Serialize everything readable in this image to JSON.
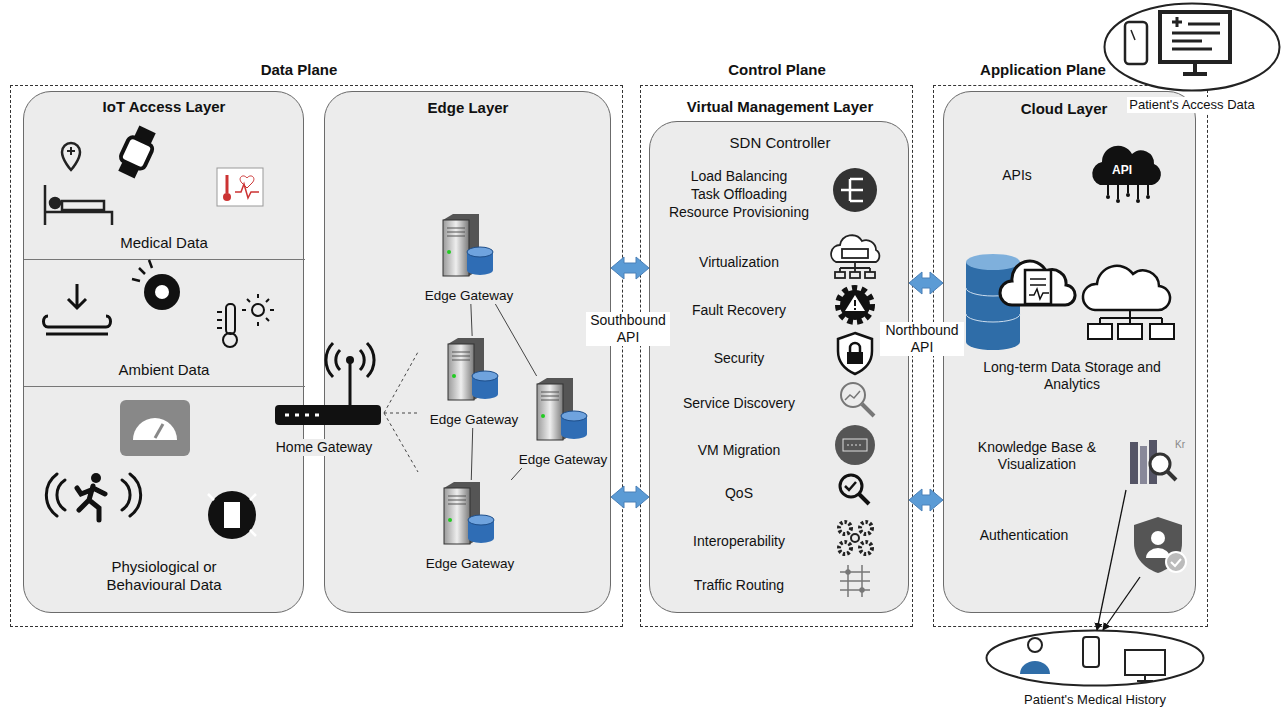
{
  "diagram": {
    "nodes": [
      {
        "text": [
          "Data Plane"
        ]
      },
      {
        "text": [
          "IoT Access Layer"
        ],
        "in": 0
      },
      {
        "text": [
          "Medical Data"
        ],
        "in": 1
      },
      {
        "text": [
          "Ambient Data"
        ],
        "in": 1
      },
      {
        "text": [
          "Physiological or Behavioural Data"
        ],
        "in": 1
      },
      {
        "text": [
          "Edge Layer"
        ],
        "in": 0
      },
      {
        "text": [
          "Edge Gateway"
        ],
        "in": 5
      },
      {
        "text": [
          "Edge Gateway"
        ],
        "in": 5
      },
      {
        "text": [
          "Edge Gateway"
        ],
        "in": 5
      },
      {
        "text": [
          "Edge Gateway"
        ],
        "in": 5
      },
      {
        "text": [
          "Home Gateway"
        ],
        "in": 0
      },
      {
        "text": [
          "Control Plane"
        ]
      },
      {
        "text": [
          "Virtual Management Layer",
          "SDN Controller",
          "Load Balancing",
          "Task Offloading",
          "Resource Provisioning",
          "Virtualization",
          "Fault Recovery",
          "Security",
          "Service Discovery",
          "VM Migration",
          "QoS",
          "Interoperability",
          "Traffic Routing"
        ],
        "in": 11
      },
      {
        "text": [
          "Application Plane"
        ]
      },
      {
        "text": [
          "Cloud Layer",
          "APIs",
          "Long-term Data Storage and Analytics",
          "Knowledge Base & Visualization",
          "Authentication"
        ],
        "in": 13
      },
      {
        "text": [
          "Patient's Access Data"
        ]
      },
      {
        "text": [
          "Patient's Medical History"
        ]
      }
    ],
    "edges": [
      {
        "from": 5,
        "to": 12,
        "arrow": "both"
      },
      {
        "from": 5,
        "to": 12,
        "arrow": "both"
      },
      {
        "from": 12,
        "to": 14,
        "arrow": "both"
      },
      {
        "from": 12,
        "to": 14,
        "arrow": "both"
      },
      {
        "from": 6,
        "to": 7,
        "arrow": "none"
      },
      {
        "from": 6,
        "to": 8,
        "arrow": "none"
      },
      {
        "from": 7,
        "to": 9,
        "arrow": "none"
      },
      {
        "from": 9,
        "to": 8,
        "arrow": "none"
      },
      {
        "from": 14,
        "to": 16,
        "arrow": "to"
      },
      {
        "from": 14,
        "to": 16,
        "arrow": "to"
      }
    ],
    "labels": [
      "Southbound API",
      "Northbound API",
      "API",
      "Kr"
    ]
  }
}
